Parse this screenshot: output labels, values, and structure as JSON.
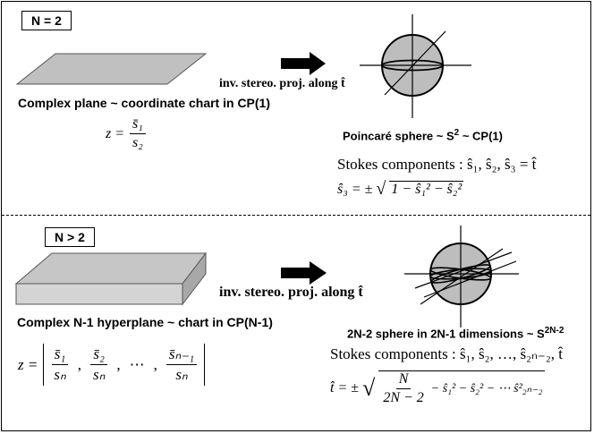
{
  "top": {
    "box_label": "N = 2",
    "proj_label": "inv. stereo. proj. along t̂",
    "plane_caption": "Complex plane ~ coordinate chart in CP(1)",
    "z_lhs": "z =",
    "z_num": "s̄₁",
    "z_den": "s₂",
    "sphere_caption_main": "Poincaré sphere ~ S",
    "sphere_caption_sup": "2",
    "sphere_caption_tail": " ~ CP(1)",
    "stokes_line": "Stokes components : ŝ₁, ŝ₂, ŝ₃ = t̂",
    "s3_line_lhs": "ŝ₃ = ±",
    "s3_line_rad": "1 − ŝ₁² − ŝ₂²"
  },
  "bottom": {
    "box_label": "N > 2",
    "proj_label": "inv. stereo. proj. along t̂",
    "plane_caption": "Complex N-1 hyperplane ~ chart in CP(N-1)",
    "z_lhs": "z =",
    "z_fracs": [
      {
        "num": "s̄₁",
        "den": "sₙ"
      },
      {
        "num": "s̄₂",
        "den": "sₙ"
      },
      {
        "num": "⋯",
        "den": ""
      },
      {
        "num": "s̄ₙ₋₁",
        "den": "sₙ"
      }
    ],
    "sphere_caption_main": "2N-2 sphere in 2N-1 dimensions ~ S",
    "sphere_caption_sup": "2N-2",
    "stokes_line": "Stokes components : ŝ₁, ŝ₂, …, ŝ₂ₙ₋₂, t̂",
    "t_line_lhs": "t̂ = ±",
    "t_frac_num": "N",
    "t_frac_den": "2N − 2",
    "t_line_rest": "− ŝ₁² − ŝ₂² − ⋯ ŝ²₂ₙ₋₂"
  },
  "colors": {
    "fill_gray": "#bdbdbd",
    "line": "#000000"
  }
}
